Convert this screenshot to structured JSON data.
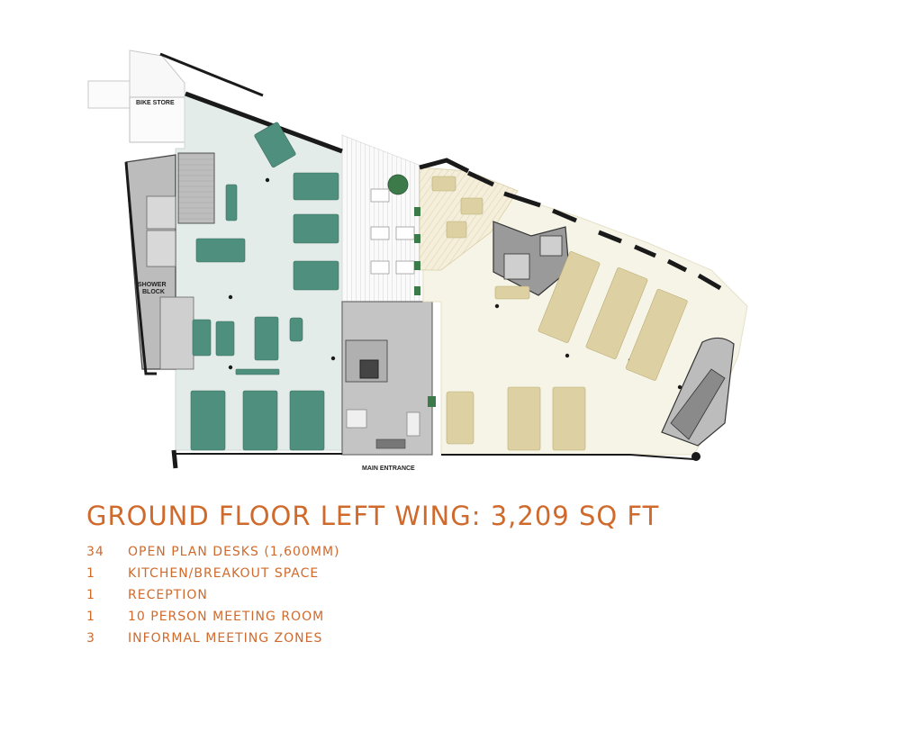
{
  "plan": {
    "labels": {
      "bike_store": "BIKE STORE",
      "shower_block_line1": "SHOWER",
      "shower_block_line2": "BLOCK",
      "main_entrance": "MAIN ENTRANCE"
    },
    "colors": {
      "left_zone": "#e4ece9",
      "right_zone": "#f6f4e7",
      "core": "#bcbcbc",
      "desk_green": "#4f8f7e",
      "desk_beige": "#ddd1a3",
      "wall": "#1a1a1a"
    }
  },
  "summary": {
    "title": "GROUND FLOOR LEFT WING: 3,209 SQ FT",
    "accent_color": "#d06a2c",
    "items": [
      {
        "qty": "34",
        "label": "OPEN PLAN DESKS (1,600MM)"
      },
      {
        "qty": "1",
        "label": "KITCHEN/BREAKOUT SPACE"
      },
      {
        "qty": "1",
        "label": "RECEPTION"
      },
      {
        "qty": "1",
        "label": "10 PERSON MEETING ROOM"
      },
      {
        "qty": "3",
        "label": "INFORMAL MEETING ZONES"
      }
    ]
  }
}
